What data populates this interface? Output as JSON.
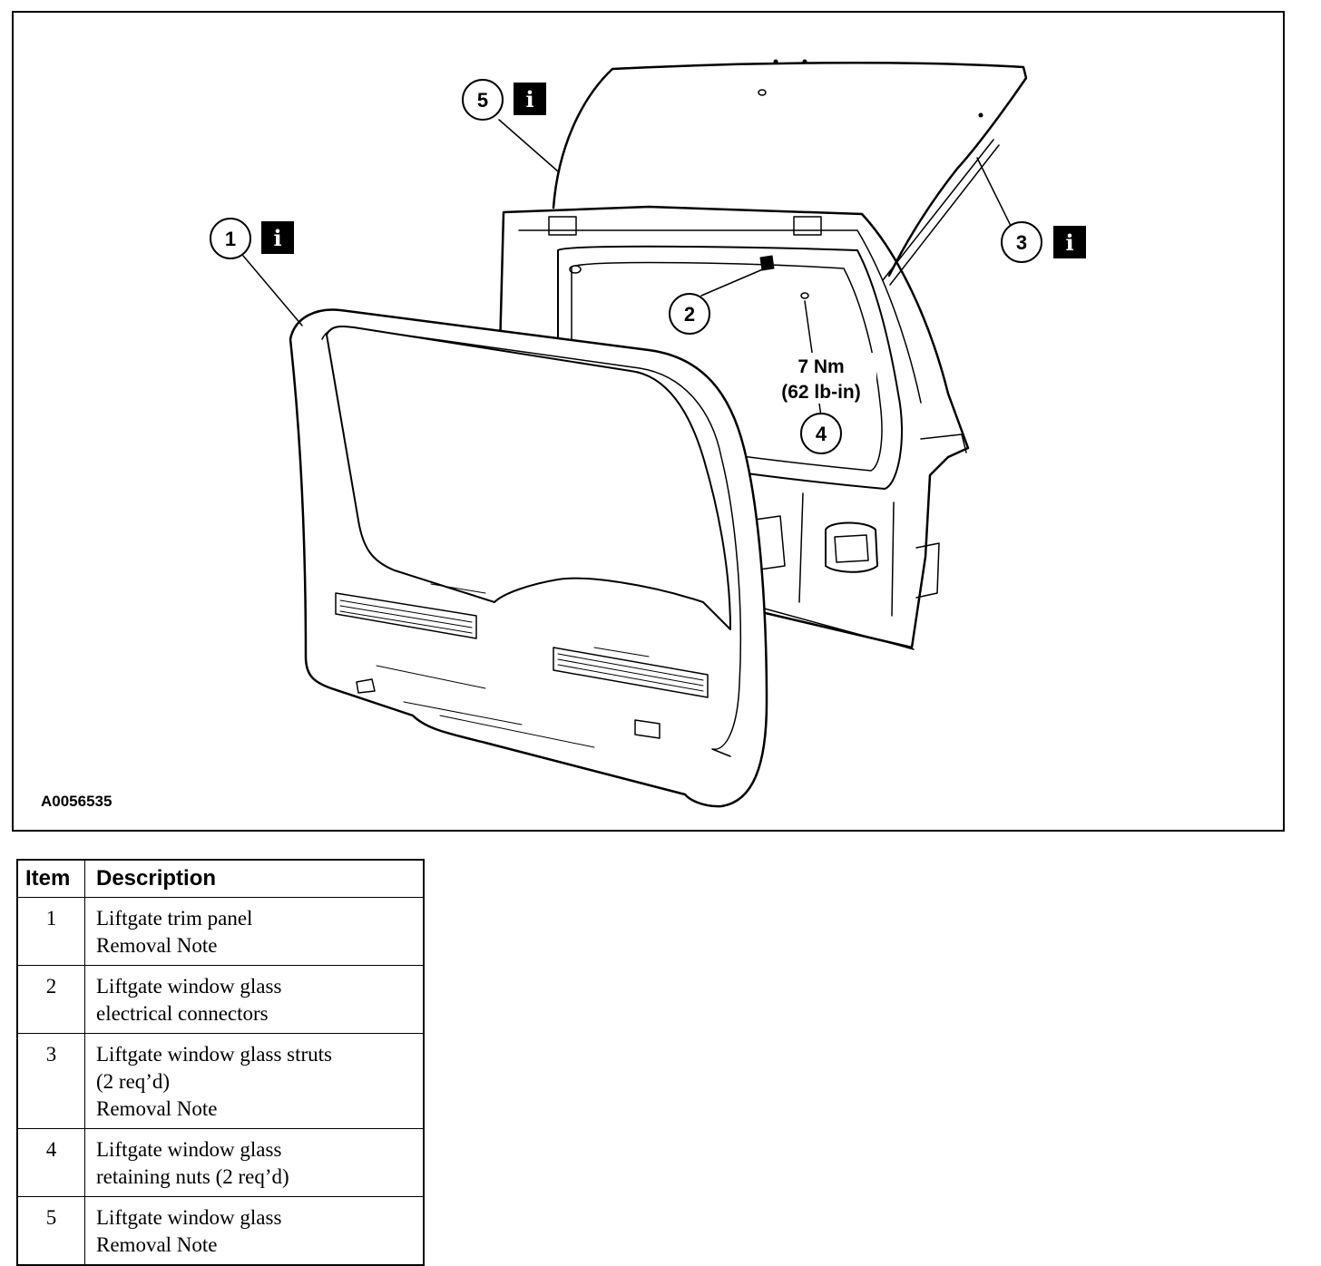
{
  "figure": {
    "id": "A0056535",
    "torque_spec": {
      "metric": "7 Nm",
      "imperial": "(62 lb-in)"
    },
    "callouts": [
      {
        "number": "1",
        "info_icon": "i"
      },
      {
        "number": "2"
      },
      {
        "number": "3",
        "info_icon": "i"
      },
      {
        "number": "4"
      },
      {
        "number": "5",
        "info_icon": "i"
      }
    ]
  },
  "legend": {
    "headers": {
      "item": "Item",
      "description": "Description"
    },
    "rows": [
      {
        "item": "1",
        "lines": [
          "Liftgate trim panel",
          "Removal Note"
        ]
      },
      {
        "item": "2",
        "lines": [
          "Liftgate window glass",
          "electrical connectors"
        ]
      },
      {
        "item": "3",
        "lines": [
          "Liftgate window glass struts",
          "(2 req’d)",
          "Removal Note"
        ]
      },
      {
        "item": "4",
        "lines": [
          "Liftgate window glass",
          "retaining nuts (2 req’d)"
        ]
      },
      {
        "item": "5",
        "lines": [
          "Liftgate window glass",
          "Removal Note"
        ]
      }
    ]
  }
}
